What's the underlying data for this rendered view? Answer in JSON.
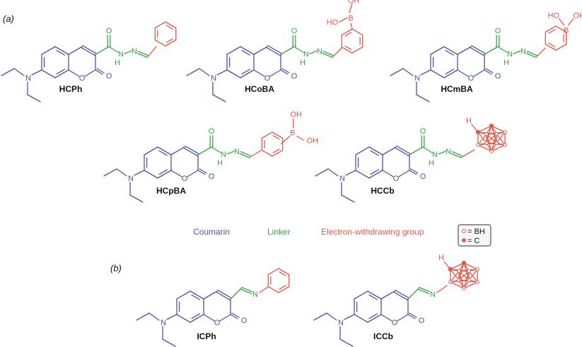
{
  "panels": {
    "a": "(a)",
    "b": "(b)"
  },
  "atoms": {
    "nitrogen": "N",
    "oxygen": "O",
    "nh": "H",
    "boron": "B",
    "oh": "OH",
    "ho": "HO",
    "cage_h": "H"
  },
  "compounds": [
    {
      "id": "HCPh",
      "label": "HCPh"
    },
    {
      "id": "HCoBA",
      "label": "HCoBA"
    },
    {
      "id": "HCmBA",
      "label": "HCmBA"
    },
    {
      "id": "HCpBA",
      "label": "HCpBA"
    },
    {
      "id": "HCCb",
      "label": "HCCb"
    },
    {
      "id": "ICPh",
      "label": "ICPh"
    },
    {
      "id": "ICCb",
      "label": "ICCb"
    }
  ],
  "legend": {
    "coumarin": {
      "label": "Coumarin",
      "color": "#4a55a0"
    },
    "linker": {
      "label": "Linker",
      "color": "#3aa548"
    },
    "ewg": {
      "label": "Electron-withdrawing group",
      "color": "#e05a4a"
    }
  },
  "key_box": {
    "bh": "= BH",
    "c": "= C"
  }
}
